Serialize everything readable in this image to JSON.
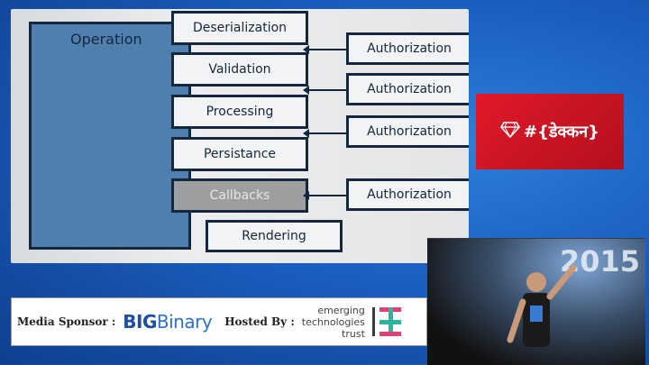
{
  "slide": {
    "operation_label": "Operation",
    "steps": [
      "Deserialization",
      "Validation",
      "Processing",
      "Persistance",
      "Callbacks",
      "Rendering"
    ],
    "authorizations": [
      "Authorization",
      "Authorization",
      "Authorization",
      "Authorization"
    ]
  },
  "event_logo": {
    "text": "#{डेक्कन}",
    "icon": "ruby-gem-icon",
    "color": "#e0192a"
  },
  "video": {
    "backdrop_text": "2015"
  },
  "sponsors": {
    "media_label": "Media Sponsor :",
    "media_name_bold": "BIG",
    "media_name_rest": "Binary",
    "hosted_label": "Hosted By :",
    "host_lines": [
      "emerging",
      "technologies",
      "trust"
    ]
  }
}
